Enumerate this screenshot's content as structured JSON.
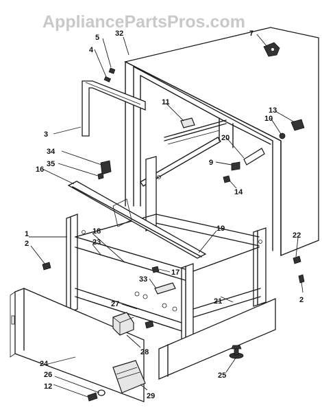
{
  "watermark": "AppliancePartsPros.com",
  "callouts": {
    "c1": "1",
    "c2a": "2",
    "c2b": "2",
    "c3": "3",
    "c4": "4",
    "c5": "5",
    "c7": "7",
    "c9": "9",
    "c10": "10",
    "c11": "11",
    "c12": "12",
    "c13": "13",
    "c14": "14",
    "c16": "16",
    "c17": "17",
    "c18": "18",
    "c19": "19",
    "c20": "20",
    "c21": "21",
    "c22": "22",
    "c23": "23",
    "c24": "24",
    "c25": "25",
    "c26": "26",
    "c27": "27",
    "c28": "28",
    "c29": "29",
    "c32": "32",
    "c33": "33",
    "c34": "34",
    "c35": "35"
  }
}
